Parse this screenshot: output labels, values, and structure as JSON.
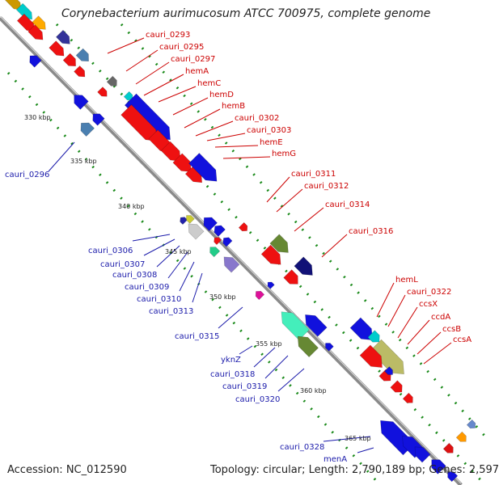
{
  "title": "Corynebacterium aurimucosum ATCC 700975, complete genome",
  "footer": {
    "accession": "Accession: NC_012590",
    "summary": "Topology: circular; Length: 2,790,189 bp; Genes: 2,597"
  },
  "colors": {
    "backbone": "#8a8a8a",
    "plus_label": "#cc0000",
    "minus_label": "#1a1aaa",
    "ruler_dots": "#1a8a1a",
    "gene_red": "#ee1111",
    "gene_blue": "#1111dd"
  },
  "ruler": [
    "330 kbp",
    "335 kbp",
    "340 kbp",
    "345 kbp",
    "350 kbp",
    "355 kbp",
    "360 kbp",
    "365 kbp"
  ],
  "labels_plus": [
    "cauri_0293",
    "cauri_0295",
    "cauri_0297",
    "hemA",
    "hemC",
    "hemD",
    "hemB",
    "cauri_0302",
    "cauri_0303",
    "hemE",
    "hemG",
    "cauri_0311",
    "cauri_0312",
    "cauri_0314",
    "cauri_0316",
    "hemL",
    "cauri_0322",
    "ccsX",
    "ccdA",
    "ccsB",
    "ccsA"
  ],
  "labels_minus": [
    "cauri_0296",
    "cauri_0306",
    "cauri_0307",
    "cauri_0308",
    "cauri_0309",
    "cauri_0310",
    "cauri_0313",
    "cauri_0315",
    "yknZ",
    "cauri_0318",
    "cauri_0319",
    "cauri_0320",
    "cauri_0328",
    "menA"
  ]
}
